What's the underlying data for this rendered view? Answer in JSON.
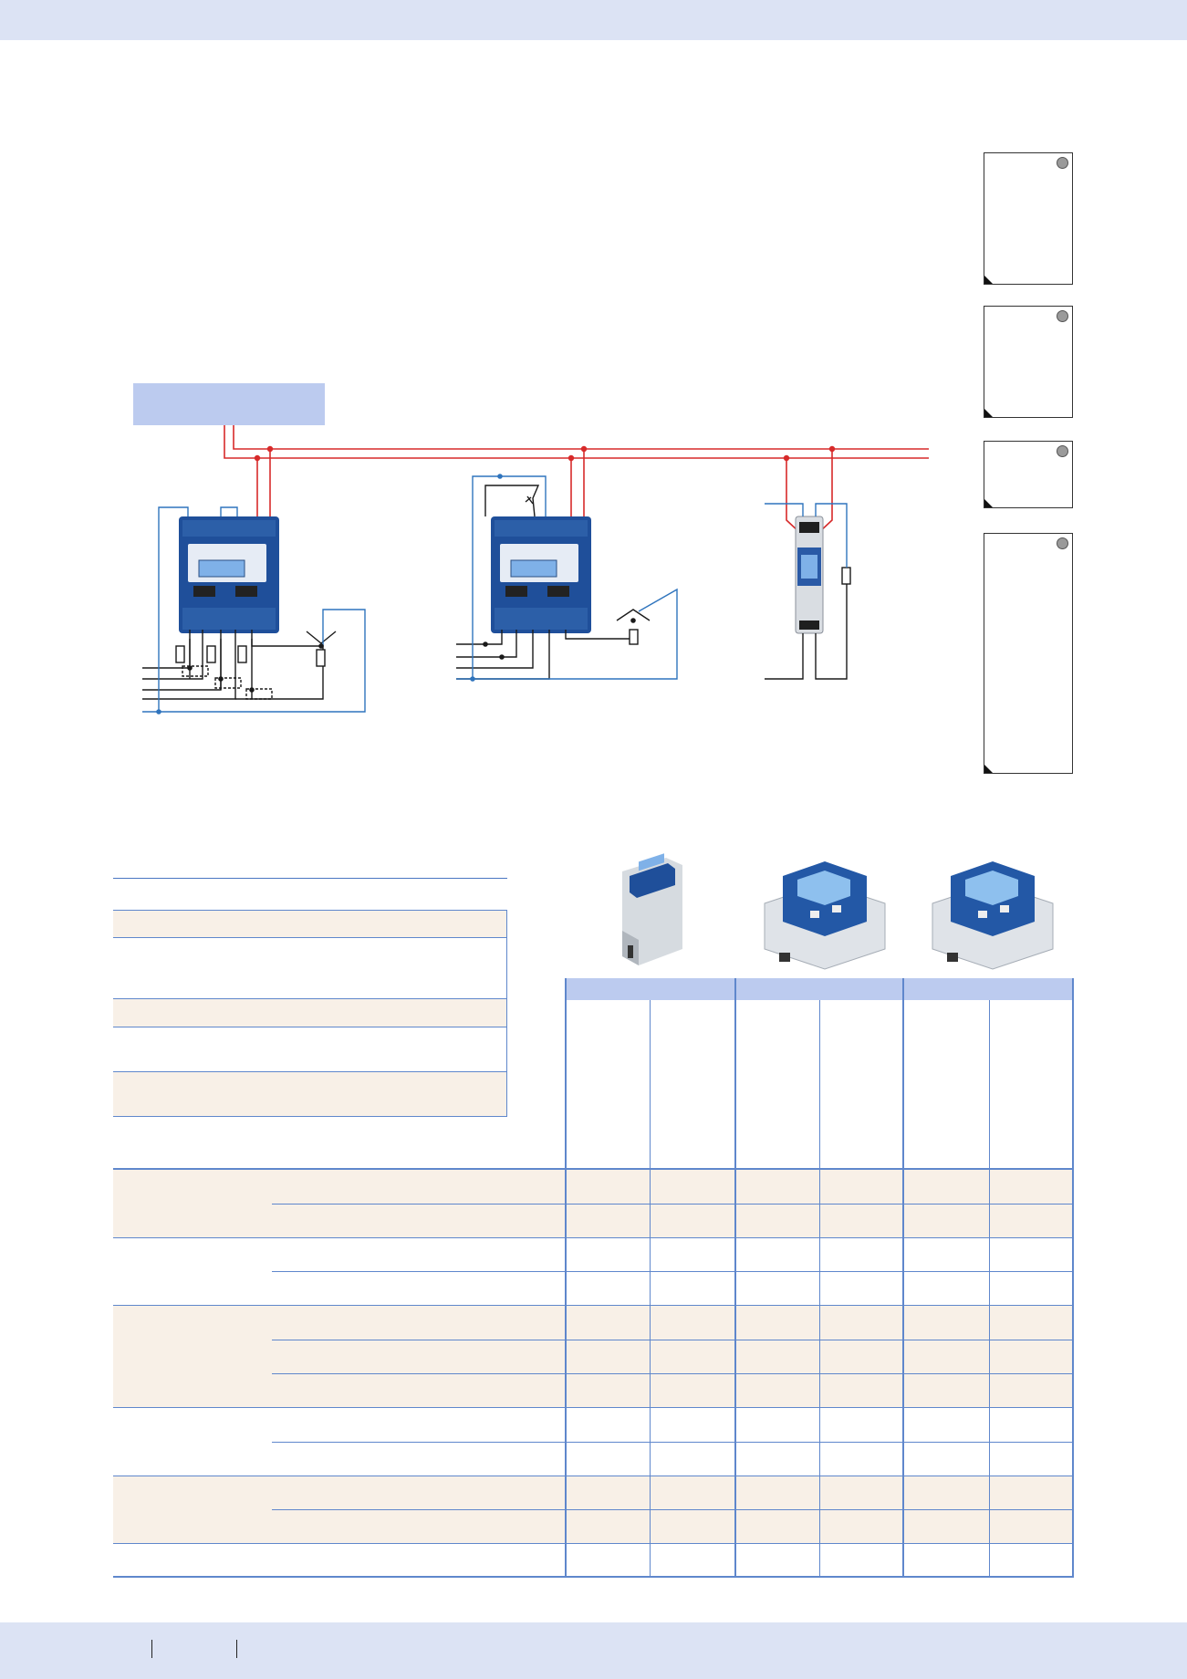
{
  "colors": {
    "band": "#dce3f4",
    "header_box": "#bccbef",
    "table_head": "#bccbef",
    "row_tint": "#f8f0e7",
    "line": "#5f87cc",
    "wire_red": "#d72a2a",
    "wire_blue": "#2f74bd",
    "wire_black": "#1a1a1a"
  },
  "icons": [
    "meter-device-icon",
    "resistor-icon",
    "switch-icon",
    "junction-dot-icon",
    "corner-marker-icon",
    "status-dot-icon"
  ],
  "products": [
    {
      "name": "single-phase-din-meter"
    },
    {
      "name": "three-phase-meter-a"
    },
    {
      "name": "three-phase-meter-b"
    }
  ]
}
